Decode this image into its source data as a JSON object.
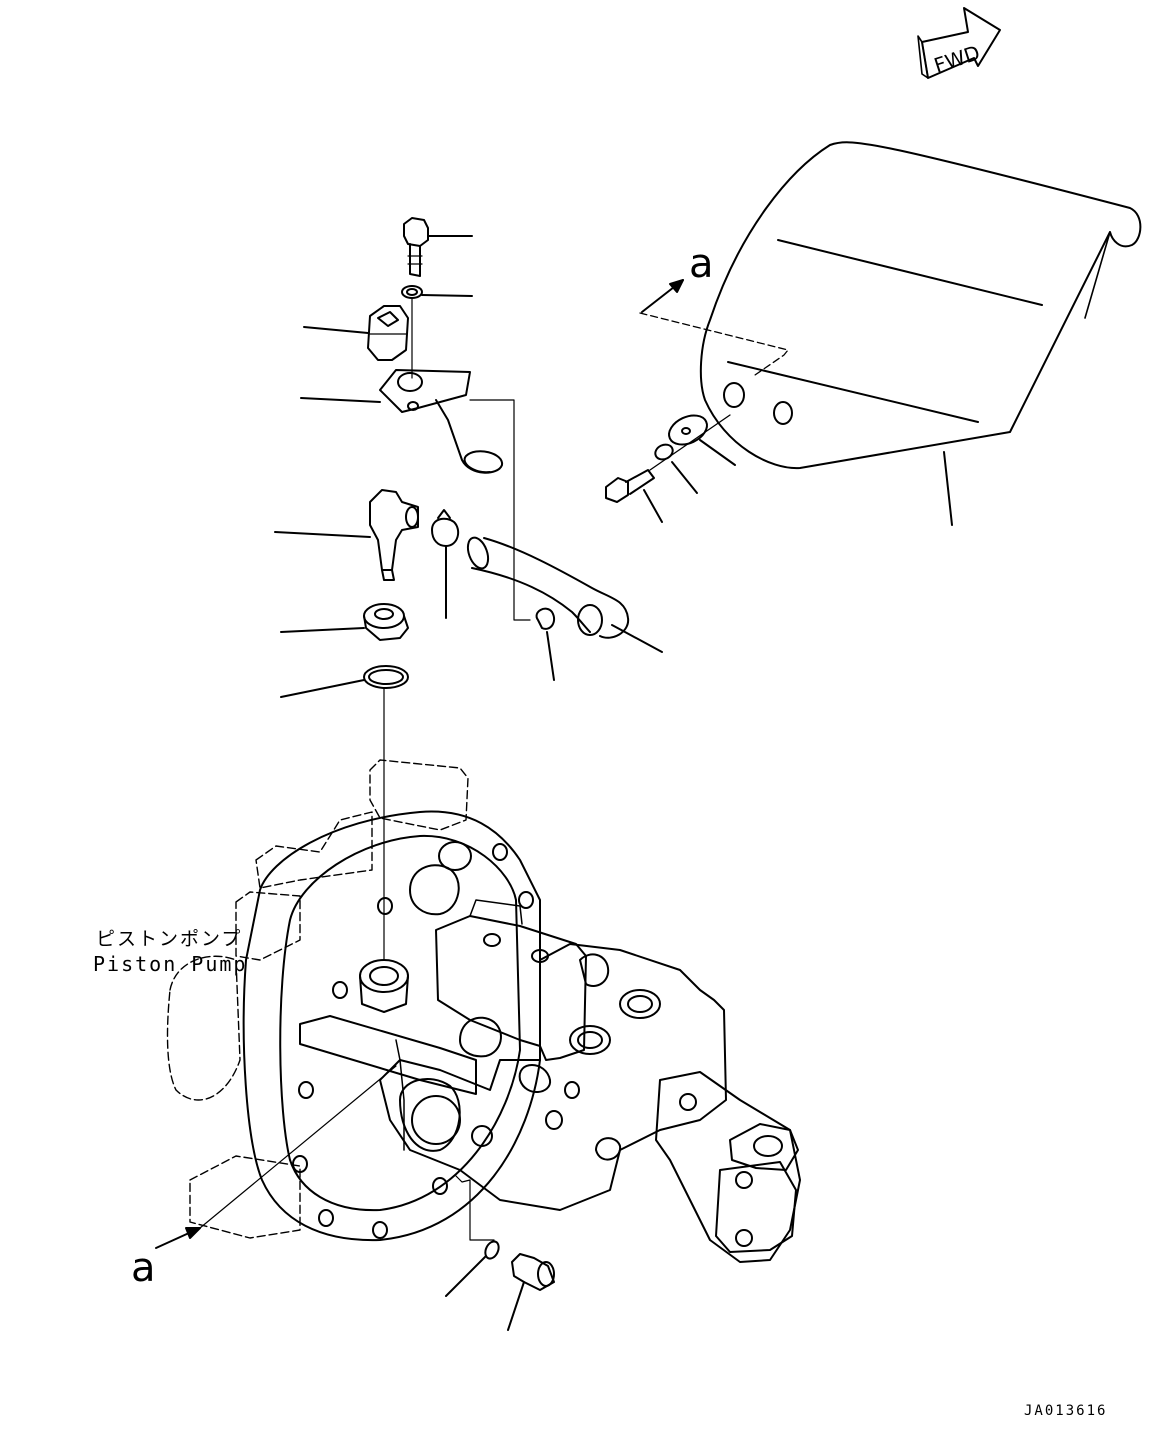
{
  "diagram": {
    "fwd_label": "FWD",
    "view_marker_top": "a",
    "view_marker_bottom": "a",
    "component_label_jp": "ピストンポンプ",
    "component_label_en": "Piston Pump",
    "drawing_id": "JA013616"
  },
  "colors": {
    "line": "#000000",
    "background": "#ffffff"
  }
}
